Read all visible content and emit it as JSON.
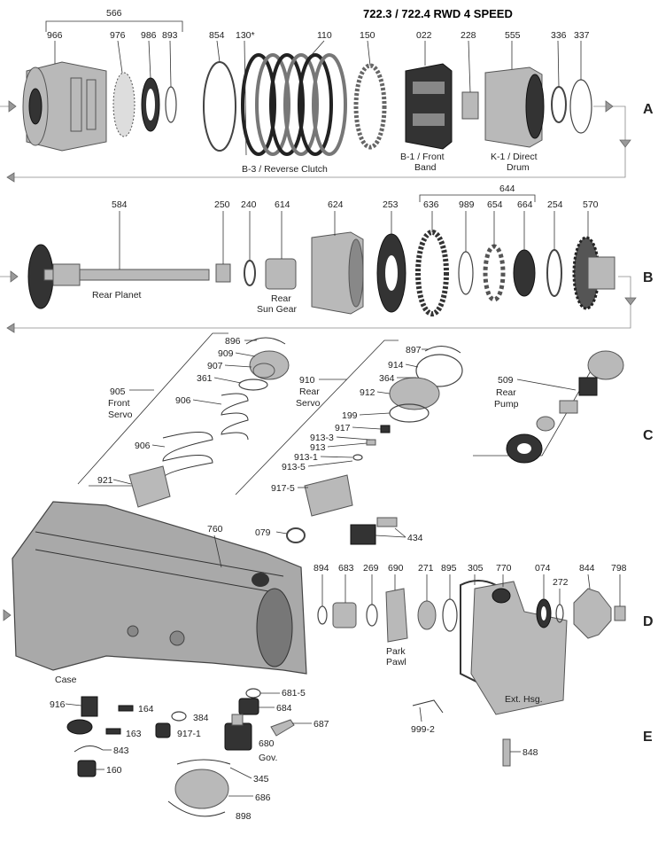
{
  "title": "722.3 / 722.4   RWD 4 SPEED",
  "rows": [
    "A",
    "B",
    "C",
    "D",
    "E"
  ],
  "labels": {
    "reverse_clutch": "B-3 / Reverse Clutch",
    "front_band_1": "B-1 / Front",
    "front_band_2": "Band",
    "direct_drum_1": "K-1 / Direct",
    "direct_drum_2": "Drum",
    "rear_planet": "Rear Planet",
    "rear_sun_1": "Rear",
    "rear_sun_2": "Sun Gear",
    "front_servo_1": "Front",
    "front_servo_2": "Servo",
    "rear_servo_1": "Rear",
    "rear_servo_2": "Servo",
    "rear_pump_1": "Rear",
    "rear_pump_2": "Pump",
    "case": "Case",
    "park_pawl_1": "Park",
    "park_pawl_2": "Pawl",
    "ext_hsg": "Ext. Hsg.",
    "gov": "Gov."
  },
  "parts": {
    "p566": "566",
    "p966": "966",
    "p976": "976",
    "p986": "986",
    "p893": "893",
    "p854": "854",
    "p130": "130*",
    "p110": "110",
    "p150": "150",
    "p022": "022",
    "p228": "228",
    "p555": "555",
    "p336": "336",
    "p337": "337",
    "p584": "584",
    "p250": "250",
    "p240": "240",
    "p614": "614",
    "p624": "624",
    "p644": "644",
    "p253": "253",
    "p636": "636",
    "p989": "989",
    "p654": "654",
    "p664": "664",
    "p254": "254",
    "p570": "570",
    "p896": "896",
    "p909": "909",
    "p907": "907",
    "p361": "361",
    "p905": "905",
    "p906a": "906",
    "p906b": "906",
    "p921": "921",
    "p897": "897",
    "p914": "914",
    "p364": "364",
    "p910": "910",
    "p912": "912",
    "p199": "199",
    "p917": "917",
    "p913_3": "913-3",
    "p913": "913",
    "p913_1": "913-1",
    "p913_5": "913-5",
    "p917_5": "917-5",
    "p509": "509",
    "p760": "760",
    "p079": "079",
    "p434": "434",
    "p894": "894",
    "p683": "683",
    "p269": "269",
    "p690": "690",
    "p271": "271",
    "p895": "895",
    "p305": "305",
    "p770": "770",
    "p074": "074",
    "p272": "272",
    "p844": "844",
    "p798": "798",
    "p916": "916",
    "p164": "164",
    "p384": "384",
    "p681_5": "681-5",
    "p684": "684",
    "p163": "163",
    "p917_1": "917-1",
    "p687": "687",
    "p843": "843",
    "p680": "680",
    "p160": "160",
    "p345": "345",
    "p686": "686",
    "p898": "898",
    "p999_2": "999-2",
    "p848": "848"
  }
}
